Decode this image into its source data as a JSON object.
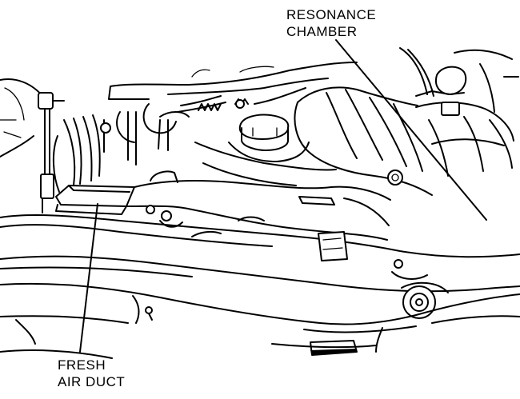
{
  "figure": {
    "labels": {
      "resonance_chamber": [
        "RESONANCE",
        "CHAMBER"
      ],
      "fresh_air_duct": [
        "FRESH",
        "AIR DUCT"
      ]
    },
    "ink_color": "#000000",
    "background_color": "#ffffff"
  }
}
